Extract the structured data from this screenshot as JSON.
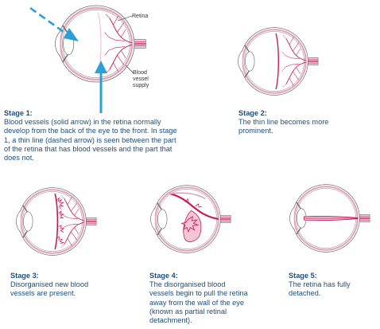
{
  "labels": {
    "retina": "Retina",
    "blood_vessel_supply": "Blood\nvessel\nsupply"
  },
  "stages": [
    {
      "heading": "Stage 1:",
      "text": "Blood vessels (solid arrow) in the retina normally develop from the back of the eye to the front. In stage 1, a thin line (dashed arrow) is seen between the part of the retina that has blood vessels and the part that does not."
    },
    {
      "heading": "Stage 2:",
      "text": "The thin line becomes more prominent."
    },
    {
      "heading": "Stage 3:",
      "text": "Disorganised new blood vessels are present."
    },
    {
      "heading": "Stage 4:",
      "text": "The disorganised blood vessels begin to pull the retina away from the wall of the eye (known as partial retinal detachment)."
    },
    {
      "heading": "Stage 5:",
      "text": "The retina has fully detached."
    }
  ],
  "colors": {
    "vessel": "#c8195a",
    "fill_pink": "#f3c6d6",
    "outline": "#6b6b6b",
    "arrow": "#2a9fd8",
    "text": "#1f4e79"
  }
}
